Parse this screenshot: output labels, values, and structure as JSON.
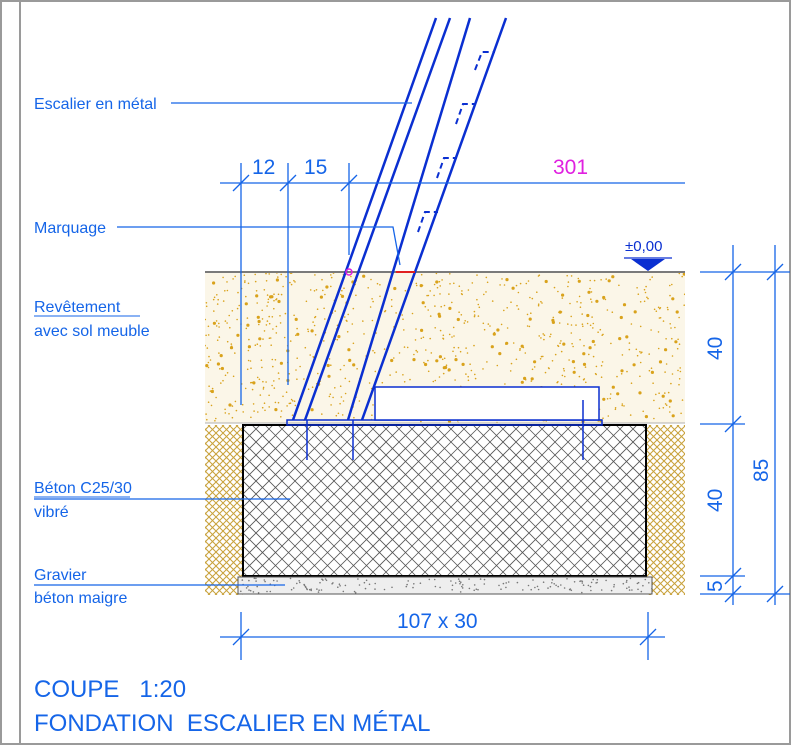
{
  "labels": {
    "stair": "Escalier en métal",
    "marking": "Marquage",
    "coating_line1": "Revêtement",
    "coating_line2": "avec sol meuble",
    "concrete_line1": "Béton C25/30",
    "concrete_line2": "vibré",
    "gravel_line1": "Gravier",
    "gravel_line2": "béton maigre"
  },
  "dimensions": {
    "d12": "12",
    "d15": "15",
    "d301": "301",
    "level": "±0,00",
    "d40_top": "40",
    "d40_bottom": "40",
    "d5": "5",
    "d85": "85",
    "footing": "107 x 30"
  },
  "title": {
    "line1": "COUPE   1:20",
    "line2": "FONDATION  ESCALIER EN MÉTAL"
  },
  "colors": {
    "annotation": "#1565e8",
    "structure": "#0a2fd1",
    "magenta": "#e020e0",
    "marker_red": "#e02020",
    "soil": "#d9a21b",
    "soil_bg": "#fbf6e8",
    "gravel_hatch": "#c8a23c"
  }
}
